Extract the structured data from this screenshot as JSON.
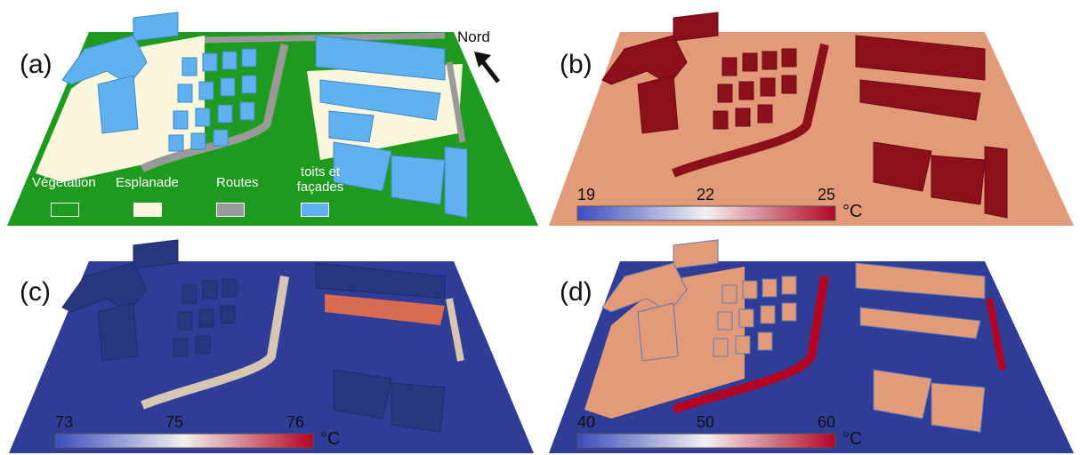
{
  "panels": {
    "a": {
      "label": "(a)",
      "north_label": "Nord",
      "legend": [
        {
          "label": "Végétation",
          "color": "#1e9a1e"
        },
        {
          "label": "Esplanade",
          "color": "#faf7dc"
        },
        {
          "label": "Routes",
          "color": "#9a9a9a"
        },
        {
          "label": "toits et façades",
          "color": "#5fb2ee"
        }
      ]
    },
    "b": {
      "label": "(b)",
      "colorbar": {
        "min": "19",
        "mid": "22",
        "max": "25",
        "unit": "°C"
      }
    },
    "c": {
      "label": "(c)",
      "colorbar": {
        "min": "73",
        "mid": "75",
        "max": "76",
        "unit": "°C"
      }
    },
    "d": {
      "label": "(d)",
      "colorbar": {
        "min": "40",
        "mid": "50",
        "max": "60",
        "unit": "°C"
      }
    }
  },
  "colors": {
    "vegetation": "#1e9a1e",
    "esplanade": "#faf7dc",
    "road": "#9a9a9a",
    "building": "#5fb2ee",
    "hot": "#8c0f1c",
    "warm": "#e39a78",
    "cold": "#2f3d96",
    "cool_bg": "#ffffff"
  }
}
